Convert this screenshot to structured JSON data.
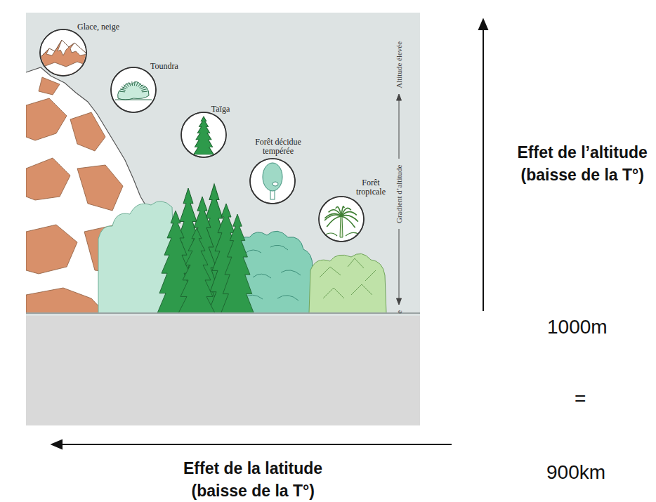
{
  "diagram": {
    "nodes": [
      {
        "text": [
          "Glace, neige"
        ]
      },
      {
        "text": [
          "Toundra"
        ]
      },
      {
        "text": [
          "Taïga"
        ]
      },
      {
        "text": [
          "Forêt décidue tempérée"
        ]
      },
      {
        "text": [
          "Forêt tropicale"
        ]
      }
    ],
    "labels": [
      "Altitude élevée",
      "Gradient d’altitude",
      "e",
      "Effet de l’altitude",
      "(baisse de la T°)",
      "1000m",
      "=",
      "900km",
      "Effet de la latitude",
      "(baisse de la T°)"
    ]
  }
}
